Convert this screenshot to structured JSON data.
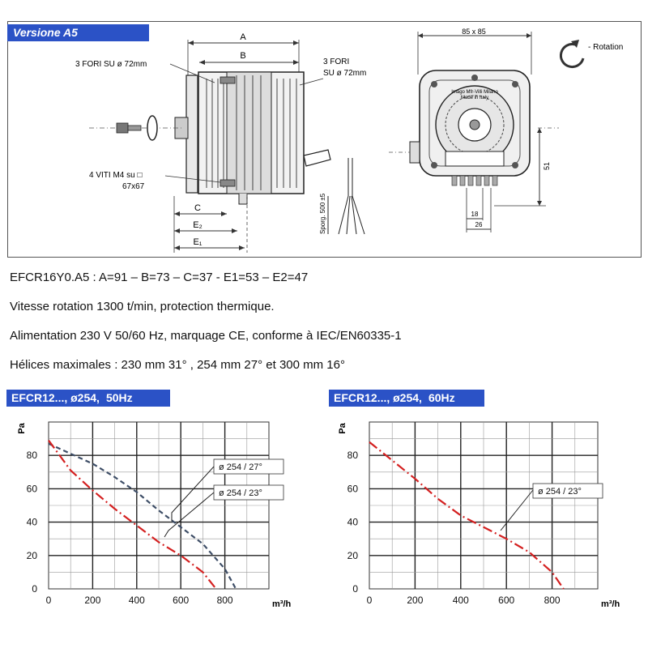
{
  "drawing": {
    "version_label": "Versione A5",
    "dim_A": "A",
    "dim_B": "B",
    "dim_C": "C",
    "dim_E2": "E₂",
    "dim_E1": "E₁",
    "holes_left": "3 FORI SU ø 72mm",
    "holes_right_line1": "3 FORI",
    "holes_right_line2": "SU ø 72mm",
    "screws_line1": "4 VITI  M4 su □",
    "screws_line2": "67x67",
    "spec_label": "Sporg. 500 ±5",
    "size_label": "85 x 85",
    "rotation_label": "- Rotation",
    "dim_51": "51",
    "dim_18": "18",
    "dim_26": "26",
    "plate_line1": "Imago Mfr-Villi Milano",
    "plate_line2": "Made in Italy"
  },
  "description": {
    "line1": "EFCR16Y0.A5 : A=91 – B=73 – C=37 - E1=53 – E2=47",
    "line2": "Vitesse rotation 1300 t/min, protection thermique.",
    "line3": "Alimentation 230 V 50/60 Hz, marquage CE, conforme à IEC/EN60335-1",
    "line4": "Hélices maximales : 230 mm 31° , 254 mm 27° et 300 mm 16°"
  },
  "colors": {
    "header_blue": "#2b52c6",
    "curve_red": "#d42020",
    "curve_slate": "#3d4d66"
  },
  "chart_data": [
    {
      "type": "line",
      "header_model": "EFCR12..., ø254,",
      "header_freq": "50Hz",
      "ylabel": "Pa",
      "xlabel": "m³/h",
      "xlim": [
        0,
        1000
      ],
      "ylim": [
        0,
        100
      ],
      "x_ticks": [
        "0",
        "200",
        "400",
        "600",
        "800"
      ],
      "y_ticks": [
        "0",
        "20",
        "40",
        "60",
        "80"
      ],
      "grid": true,
      "series": [
        {
          "name": "ø 254 / 27°",
          "style": "dashed",
          "color": "#3d4d66",
          "x": [
            0,
            100,
            200,
            300,
            400,
            500,
            600,
            700,
            800,
            850
          ],
          "y": [
            87,
            81,
            75,
            67,
            58,
            47,
            37,
            27,
            12,
            0
          ]
        },
        {
          "name": "ø 254 / 23°",
          "style": "dashdot",
          "color": "#d42020",
          "x": [
            0,
            100,
            200,
            300,
            400,
            500,
            600,
            700,
            760
          ],
          "y": [
            89,
            71,
            59,
            48,
            38,
            28,
            20,
            10,
            0
          ]
        }
      ],
      "annotations": [
        "ø 254 / 27°",
        "ø 254 / 23°"
      ]
    },
    {
      "type": "line",
      "header_model": "EFCR12..., ø254,",
      "header_freq": "60Hz",
      "ylabel": "Pa",
      "xlabel": "m³/h",
      "xlim": [
        0,
        1000
      ],
      "ylim": [
        0,
        100
      ],
      "x_ticks": [
        "0",
        "200",
        "400",
        "600",
        "800"
      ],
      "y_ticks": [
        "0",
        "20",
        "40",
        "60",
        "80"
      ],
      "grid": true,
      "series": [
        {
          "name": "ø 254 / 23°",
          "style": "dashdot",
          "color": "#d42020",
          "x": [
            0,
            100,
            200,
            300,
            400,
            500,
            600,
            700,
            800,
            850
          ],
          "y": [
            88,
            77,
            66,
            54,
            44,
            37,
            30,
            22,
            10,
            0
          ]
        }
      ],
      "annotations": [
        "ø 254 / 23°"
      ]
    }
  ]
}
